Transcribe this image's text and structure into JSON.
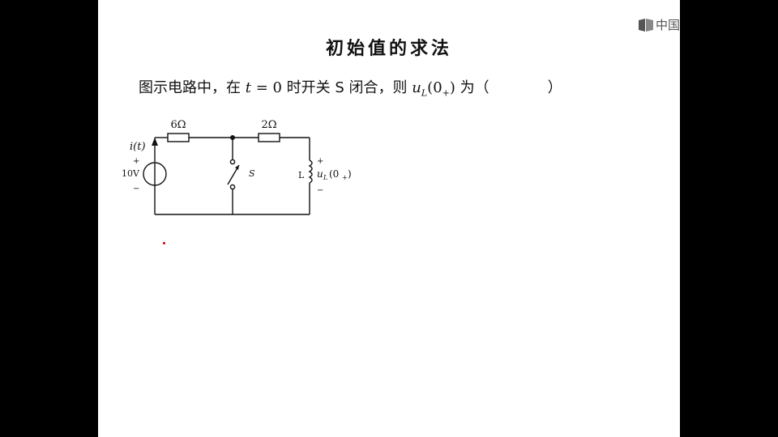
{
  "title": "初始值的求法",
  "watermark": {
    "text": "中国",
    "icon": "logo-icon"
  },
  "question": {
    "prefix": "图示电路中，在 ",
    "var_t": "t",
    "eq": " = 0",
    "middle": " 时开关 S 闭合，则 ",
    "var_u": "u",
    "sub_L": "L",
    "arg_open": "(0",
    "arg_sub": "+",
    "arg_close": ")",
    "suffix": " 为（　　　　）"
  },
  "circuit": {
    "r1_label": "6Ω",
    "r2_label": "2Ω",
    "current_label": "i(t)",
    "source_label": "10V",
    "source_plus": "+",
    "source_minus": "−",
    "switch_label": "S",
    "inductor_label": "L",
    "ul_plus": "+",
    "ul_minus": "−",
    "ul_label": "u",
    "ul_sub": "L",
    "ul_arg": "(0",
    "ul_arg_sub": "+",
    "ul_arg_close": ")"
  }
}
